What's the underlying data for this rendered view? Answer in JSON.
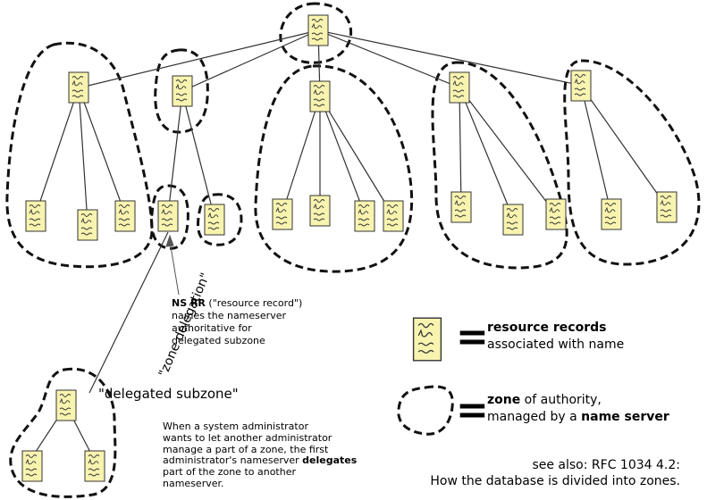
{
  "labels": {
    "zone_delegation": "\"zone delegation\"",
    "delegated_subzone": "\"delegated subzone\"",
    "ns_rr_bold": "NS RR",
    "ns_rr_rest_1": " (\"resource record\")",
    "ns_rr_line2": "names the nameserver",
    "ns_rr_line3": "authoritative for",
    "ns_rr_line4": "delegated subzone",
    "delegation_line1": "When a system administrator",
    "delegation_line2": "wants to let another administrator",
    "delegation_line3": "manage a part of a zone, the first",
    "delegation_line4_pre": "administrator's nameserver ",
    "delegation_line4_bold": "delegates",
    "delegation_line5": "part of the zone to another",
    "delegation_line6": "nameserver."
  },
  "legend": {
    "rr_bold": "resource records",
    "rr_rest": "associated with name",
    "zone_bold": "zone",
    "zone_rest": " of authority,",
    "zone_line2_pre": "managed by a ",
    "zone_line2_bold": "name server",
    "equals": "="
  },
  "see_also": {
    "line1": "see also: RFC 1034 4.2:",
    "line2": "How the database is divided into zones."
  },
  "colors": {
    "record_fill": "#f8f4b0",
    "record_stroke": "#333333",
    "zone_stroke": "#111111",
    "edge": "#333333"
  }
}
